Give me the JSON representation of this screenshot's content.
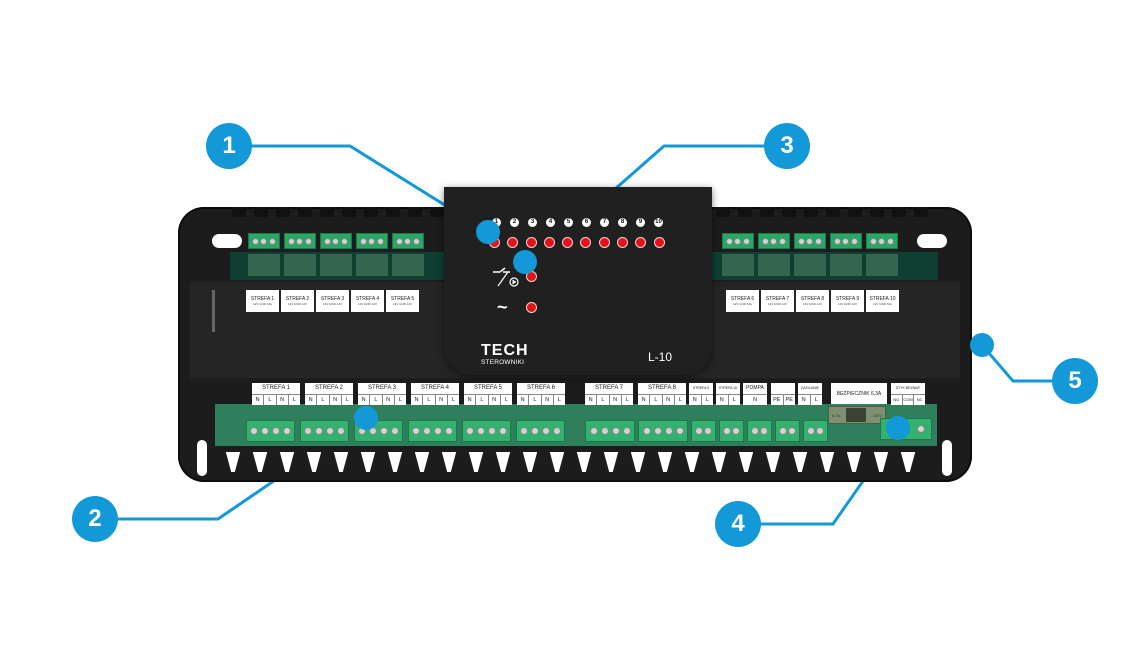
{
  "device": {
    "brand": "TECH",
    "brand_sub": "STEROWNIKI",
    "model": "L-10",
    "colors": {
      "housing": "#1c1c1c",
      "led": "#e0141d",
      "terminal": "#33b26f",
      "callout": "#1398d8"
    }
  },
  "panel": {
    "zone_led_numbers": [
      "1",
      "2",
      "3",
      "4",
      "5",
      "6",
      "7",
      "8",
      "9",
      "10"
    ],
    "relay_symbol": "relay-contact-pump-icon",
    "power_symbol": "~"
  },
  "top_labels_left": [
    {
      "title": "STREFA 1",
      "sub": "12V GND SIG"
    },
    {
      "title": "STREFA 2",
      "sub": "12V GND 12V"
    },
    {
      "title": "STREFA 3",
      "sub": "12V GND 12V"
    },
    {
      "title": "STREFA 4",
      "sub": "12V GND 12V"
    },
    {
      "title": "STREFA 5",
      "sub": "12V GND 12V"
    }
  ],
  "top_labels_right": [
    {
      "title": "STREFA 6",
      "sub": "12V GND SIG"
    },
    {
      "title": "STREFA 7",
      "sub": "12V GND 12V"
    },
    {
      "title": "STREFA 8",
      "sub": "12V GND 12V"
    },
    {
      "title": "STREFA 9",
      "sub": "12V GND 12V"
    },
    {
      "title": "STREFA 10",
      "sub": "12V GND SIG"
    }
  ],
  "bottom_labels": [
    {
      "title": "STREFA 1",
      "pins": [
        "N",
        "L",
        "N",
        "L"
      ]
    },
    {
      "title": "STREFA 2",
      "pins": [
        "N",
        "L",
        "N",
        "L"
      ]
    },
    {
      "title": "STREFA 3",
      "pins": [
        "N",
        "L",
        "N",
        "L"
      ]
    },
    {
      "title": "STREFA 4",
      "pins": [
        "N",
        "L",
        "N",
        "L"
      ]
    },
    {
      "title": "STREFA 5",
      "pins": [
        "N",
        "L",
        "N",
        "L"
      ]
    },
    {
      "title": "STREFA 6",
      "pins": [
        "N",
        "L",
        "N",
        "L"
      ]
    },
    {
      "title": "STREFA 7",
      "pins": [
        "N",
        "L",
        "N",
        "L"
      ]
    },
    {
      "title": "STREFA 8",
      "pins": [
        "N",
        "L",
        "N",
        "L"
      ]
    },
    {
      "title": "STREFA 9",
      "pins": [
        "N",
        "L"
      ]
    },
    {
      "title": "STREFA 10",
      "pins": [
        "N",
        "L"
      ]
    },
    {
      "title": "POMPA",
      "pins": [
        "N"
      ]
    },
    {
      "title": "",
      "pins": [
        "PE",
        "PE"
      ]
    },
    {
      "title": "ZASILANIE",
      "pins": [
        "N",
        "L"
      ]
    },
    {
      "title": "BEZPIECZNIK 6,3A",
      "pins": []
    },
    {
      "title": "STYK BEZNAP.",
      "pins": [
        "NO",
        "COM",
        "NC"
      ]
    }
  ],
  "fuse": {
    "left": "6.3A",
    "right": "230V"
  },
  "callouts": [
    {
      "number": "1"
    },
    {
      "number": "2"
    },
    {
      "number": "3"
    },
    {
      "number": "4"
    },
    {
      "number": "5"
    }
  ]
}
